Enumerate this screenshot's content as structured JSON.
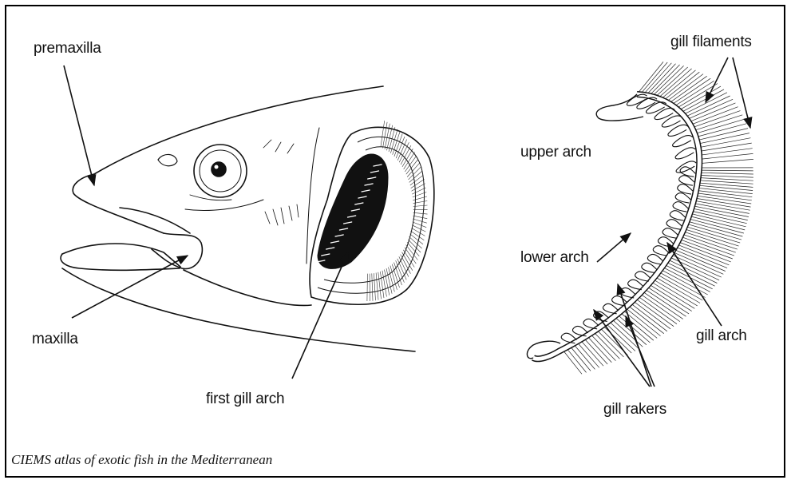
{
  "labels": {
    "premaxilla": "premaxilla",
    "maxilla": "maxilla",
    "first_gill_arch": "first gill arch",
    "upper_arch": "upper arch",
    "lower_arch": "lower arch",
    "gill_filaments": "gill filaments",
    "gill_arch": "gill arch",
    "gill_rakers": "gill rakers"
  },
  "caption": "CIEMS atlas of exotic fish in the Mediterranean"
}
